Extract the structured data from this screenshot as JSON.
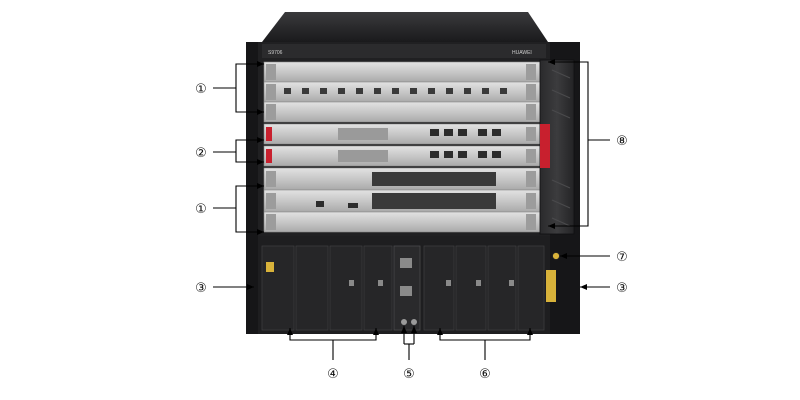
{
  "chassis": {
    "model_text": "S9706",
    "brand_text": "HUAWEI"
  },
  "callouts": [
    {
      "id": "c1a",
      "label": "①"
    },
    {
      "id": "c2",
      "label": "②"
    },
    {
      "id": "c1b",
      "label": "①"
    },
    {
      "id": "c3l",
      "label": "③"
    },
    {
      "id": "c4",
      "label": "④"
    },
    {
      "id": "c5",
      "label": "⑤"
    },
    {
      "id": "c6",
      "label": "⑥"
    },
    {
      "id": "c7",
      "label": "⑦"
    },
    {
      "id": "c3r",
      "label": "③"
    },
    {
      "id": "c8",
      "label": "⑧"
    }
  ],
  "colors": {
    "chassis_dark": "#1c1c1e",
    "card_silver": "#c9c9c9",
    "handle_red": "#c8202e",
    "callout_line": "#000000"
  }
}
